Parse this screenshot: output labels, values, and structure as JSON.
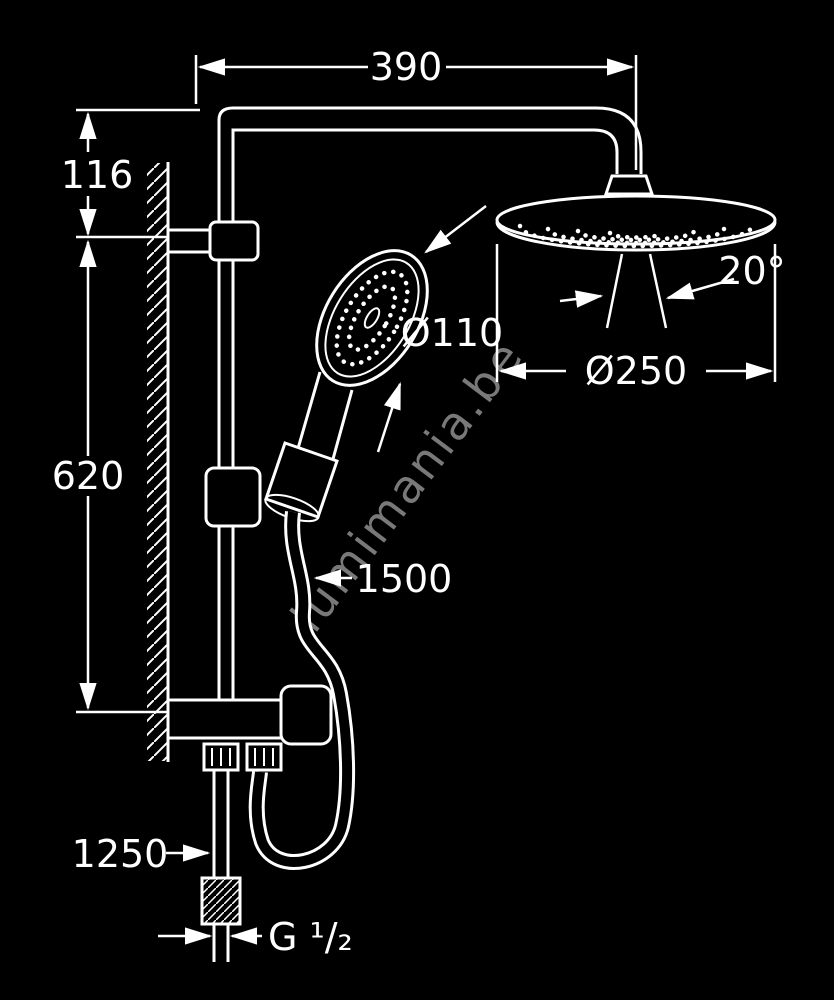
{
  "colors": {
    "background": "#000000",
    "line": "#ffffff",
    "watermark": "#8f8f8f"
  },
  "watermark": "lumimania.be",
  "dimensions": {
    "top_width": "390",
    "wall_to_arm_height": "116",
    "rail_length": "620",
    "head_angle": "20°",
    "hand_shower_diameter": "Ø110",
    "head_shower_diameter": "Ø250",
    "hose_length": "1500",
    "supply_height": "1250",
    "thread_size": "G ¹/₂"
  }
}
